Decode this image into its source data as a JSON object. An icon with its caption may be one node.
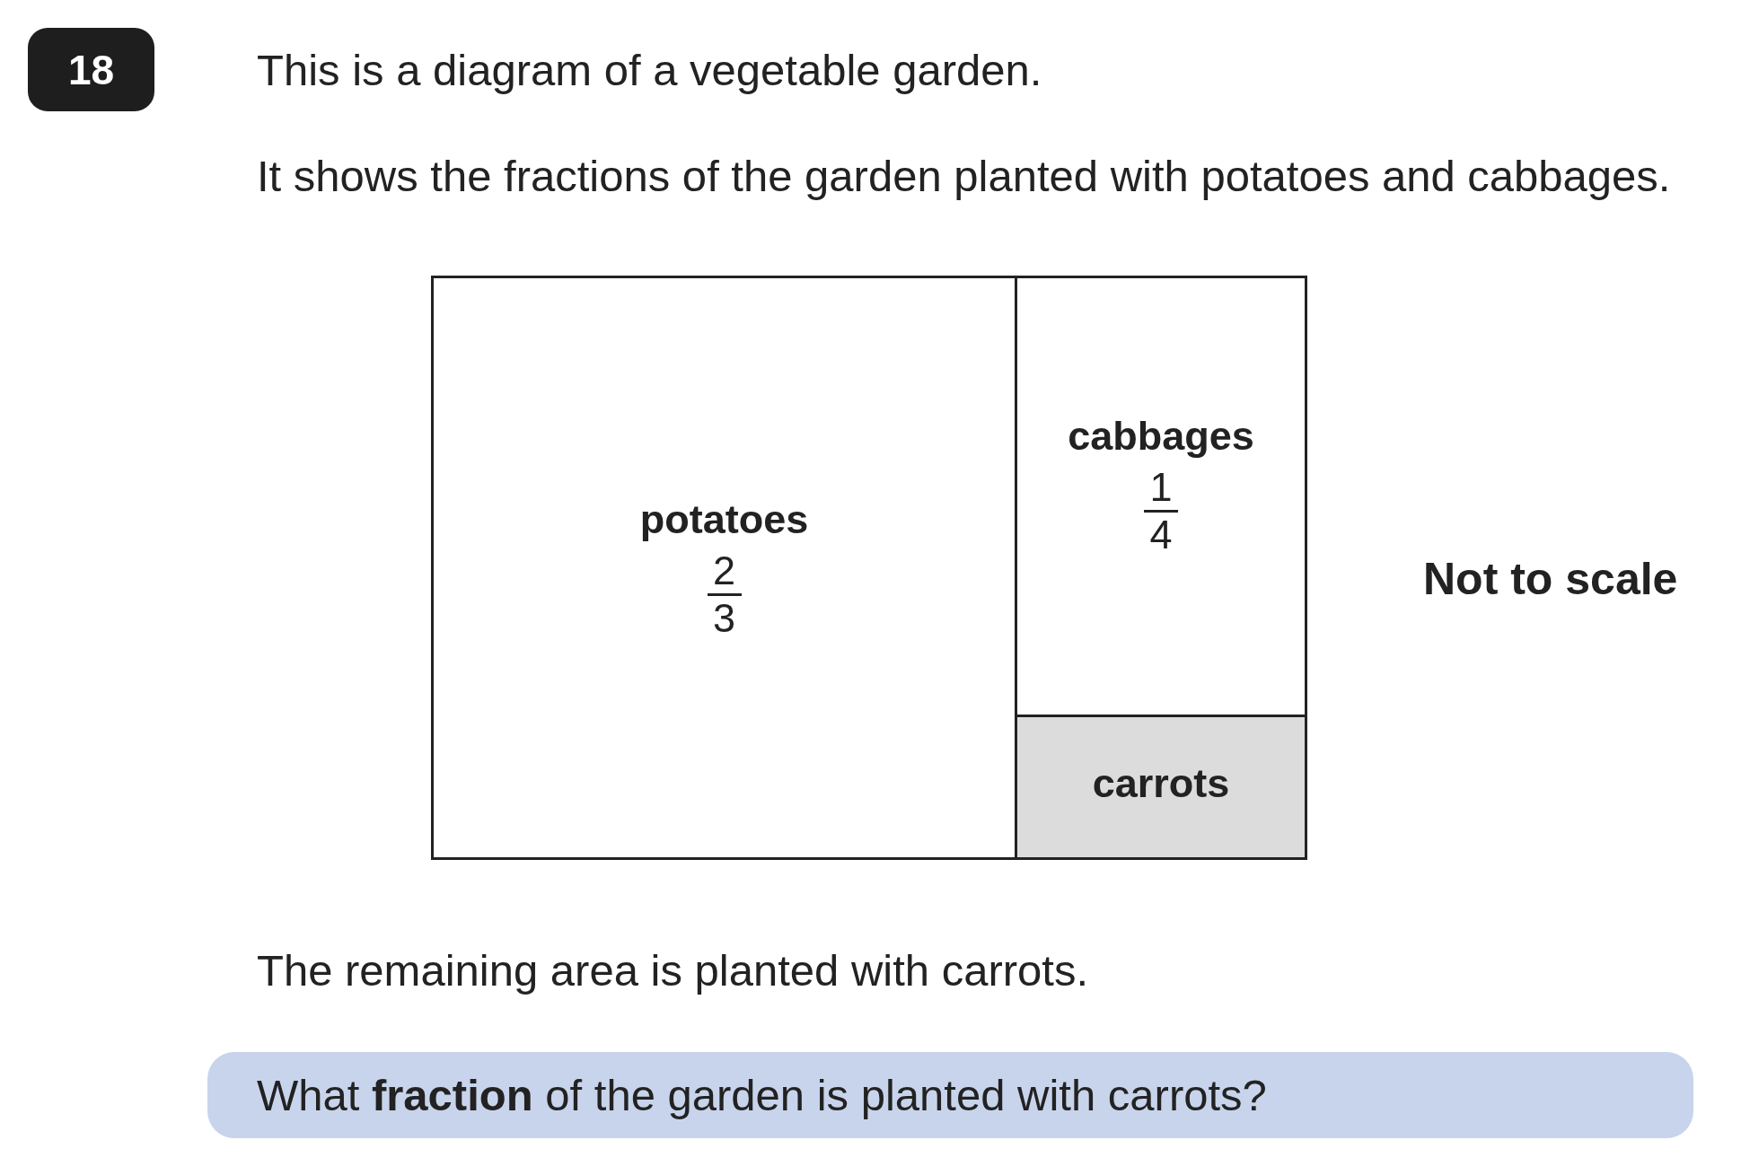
{
  "diagram": {
    "nodes": [
      {
        "text": [
          "potatoes",
          "2",
          "3"
        ]
      },
      {
        "text": [
          "cabbages",
          "1",
          "4"
        ]
      },
      {
        "text": [
          "carrots"
        ]
      }
    ],
    "edges": [],
    "labels": [
      "18",
      "This is a diagram of a vegetable garden.",
      "It shows the fractions of the garden planted with potatoes and cabbages.",
      "Not to scale",
      "The remaining area is planted with carrots.",
      "What **fraction** of the garden is planted with carrots?"
    ]
  }
}
